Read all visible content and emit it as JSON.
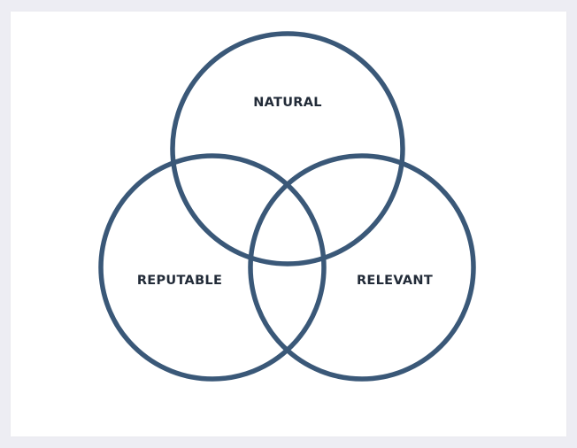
{
  "diagram": {
    "type": "venn",
    "stroke_color": "#3a5878",
    "label_color": "#222b38",
    "background_color": "#ededf3",
    "card_color": "#ffffff",
    "sets": [
      {
        "id": "natural",
        "label": "NATURAL",
        "position": "top"
      },
      {
        "id": "reputable",
        "label": "REPUTABLE",
        "position": "bottom-left"
      },
      {
        "id": "relevant",
        "label": "RELEVANT",
        "position": "bottom-right"
      }
    ]
  }
}
